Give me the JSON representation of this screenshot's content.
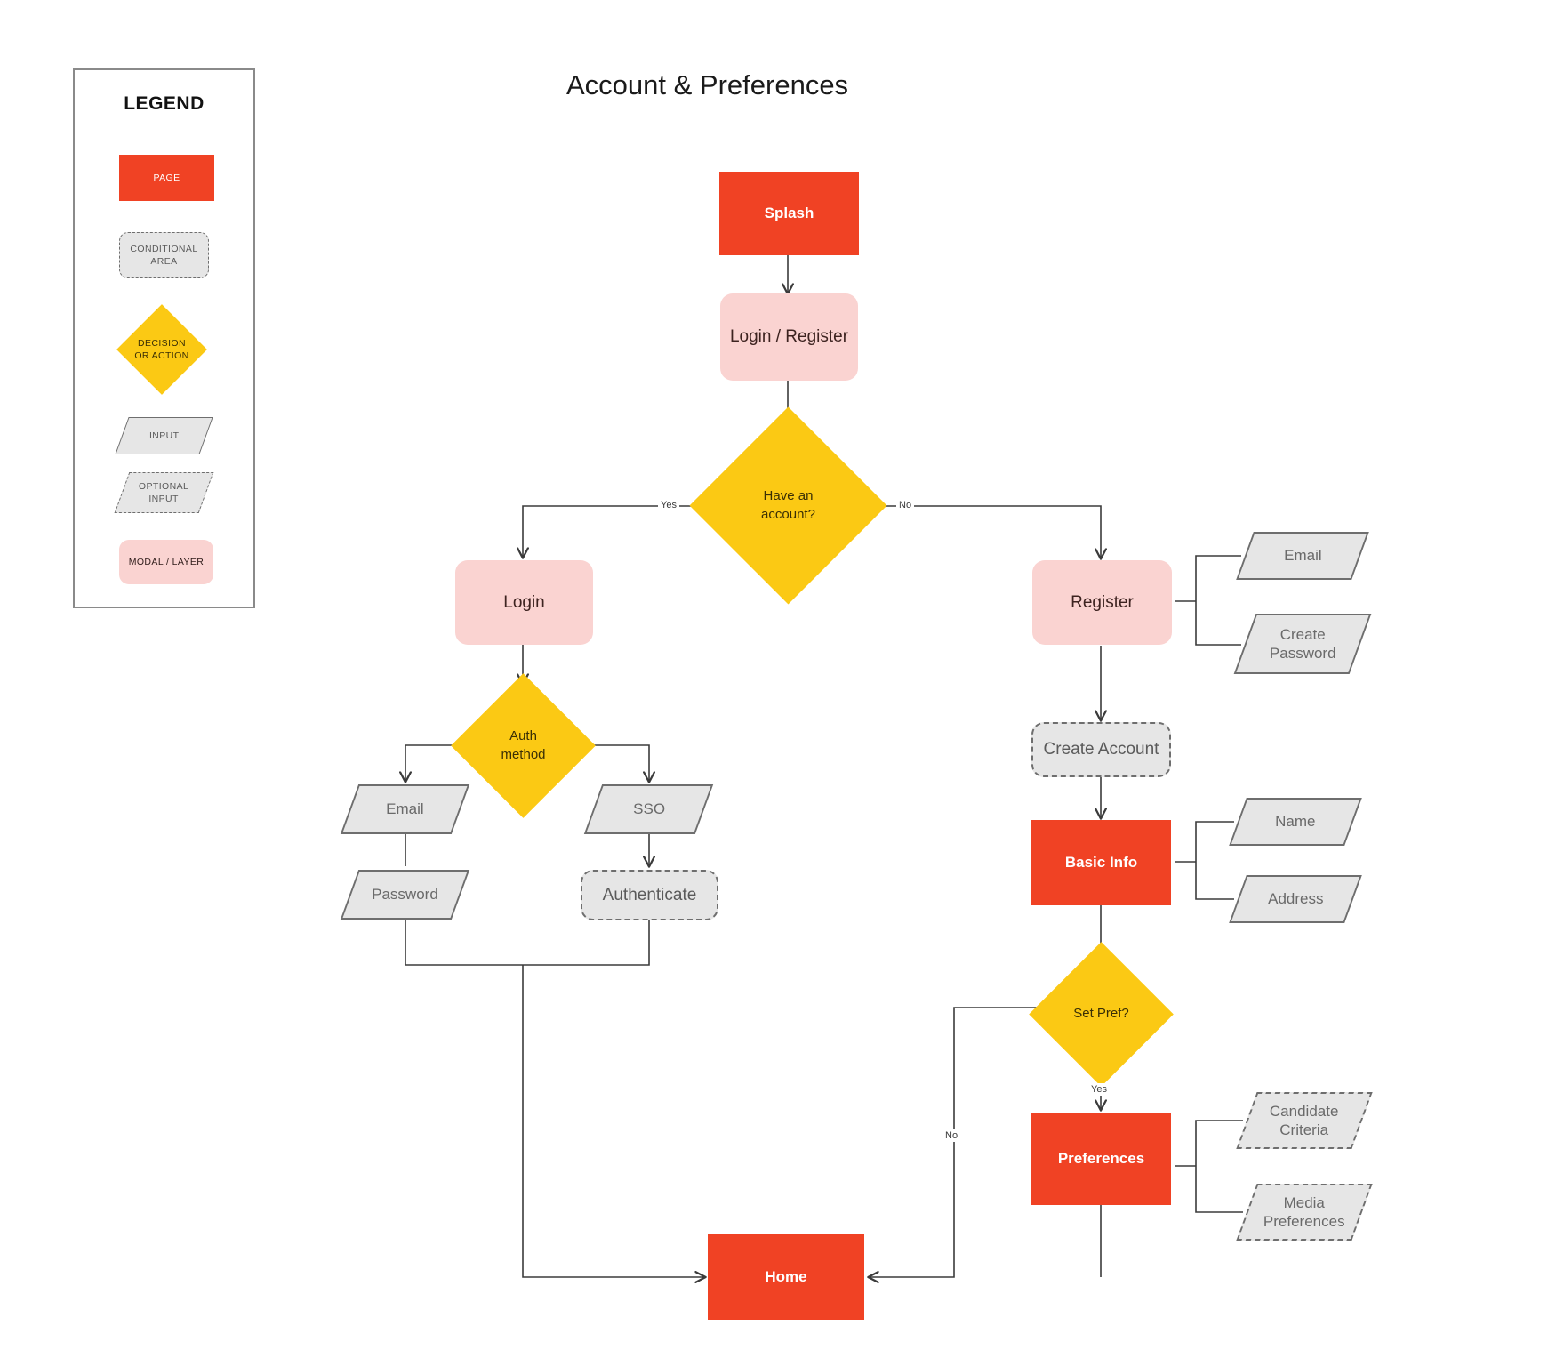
{
  "diagram": {
    "title": "Account & Preferences",
    "type": "flowchart"
  },
  "legend": {
    "title": "LEGEND",
    "items": [
      {
        "key": "page",
        "label": "PAGE",
        "shape": "rectangle",
        "fill": "#f04224",
        "text_color": "#ffffff"
      },
      {
        "key": "conditional",
        "label": "CONDITIONAL\nAREA",
        "shape": "rounded-dashed",
        "fill": "#e6e6e6",
        "text_color": "#5a5a5a"
      },
      {
        "key": "decision",
        "label": "DECISION\nOR ACTION",
        "shape": "diamond",
        "fill": "#fbc914",
        "text_color": "#3a2f05"
      },
      {
        "key": "input",
        "label": "INPUT",
        "shape": "parallelogram",
        "fill": "#e6e6e6",
        "text_color": "#5a5a5a"
      },
      {
        "key": "optional_input",
        "label": "OPTIONAL\nINPUT",
        "shape": "parallelogram-dashed",
        "fill": "#e6e6e6",
        "text_color": "#5a5a5a"
      },
      {
        "key": "modal",
        "label": "MODAL / LAYER",
        "shape": "rounded",
        "fill": "#fad3d1",
        "text_color": "#2d1a18"
      }
    ]
  },
  "nodes": {
    "splash": {
      "label": "Splash",
      "type": "page"
    },
    "login_register": {
      "label": "Login / Register",
      "type": "modal"
    },
    "have_account": {
      "label": "Have an\naccount?",
      "type": "decision"
    },
    "login": {
      "label": "Login",
      "type": "modal"
    },
    "auth_method": {
      "label": "Auth\nmethod",
      "type": "decision"
    },
    "login_email": {
      "label": "Email",
      "type": "input"
    },
    "login_password": {
      "label": "Password",
      "type": "input"
    },
    "sso": {
      "label": "SSO",
      "type": "input"
    },
    "authenticate": {
      "label": "Authenticate",
      "type": "conditional"
    },
    "register": {
      "label": "Register",
      "type": "modal"
    },
    "reg_email": {
      "label": "Email",
      "type": "input"
    },
    "create_password": {
      "label": "Create\nPassword",
      "type": "input"
    },
    "create_account": {
      "label": "Create Account",
      "type": "conditional"
    },
    "basic_info": {
      "label": "Basic Info",
      "type": "page"
    },
    "name": {
      "label": "Name",
      "type": "input"
    },
    "address": {
      "label": "Address",
      "type": "input"
    },
    "set_pref": {
      "label": "Set Pref?",
      "type": "decision"
    },
    "preferences": {
      "label": "Preferences",
      "type": "page"
    },
    "candidate_criteria": {
      "label": "Candidate\nCriteria",
      "type": "optional_input"
    },
    "media_preferences": {
      "label": "Media\nPreferences",
      "type": "optional_input"
    },
    "home": {
      "label": "Home",
      "type": "page"
    }
  },
  "edge_labels": {
    "have_account_yes": "Yes",
    "have_account_no": "No",
    "set_pref_yes": "Yes",
    "set_pref_no": "No"
  },
  "colors": {
    "page": "#f04224",
    "modal": "#fad3d1",
    "decision": "#fbc914",
    "input": "#e6e6e6",
    "stroke": "#4a4a4a",
    "background": "#ffffff"
  }
}
